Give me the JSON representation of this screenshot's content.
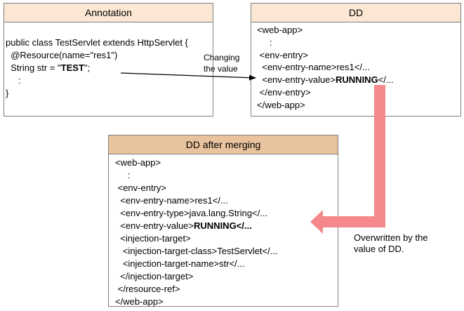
{
  "annotation_panel": {
    "title": "Annotation",
    "header_color": "#fbe7d3",
    "lines": [
      {
        "pre": "public class TestServlet extends HttpServlet {",
        "bold": "",
        "post": ""
      },
      {
        "pre": "  @Resource(name=\"res1\")",
        "bold": "",
        "post": ""
      },
      {
        "pre": "  String str = \"",
        "bold": "TEST",
        "post": "\";"
      },
      {
        "pre": "     :",
        "bold": "",
        "post": ""
      },
      {
        "pre": "}",
        "bold": "",
        "post": ""
      }
    ]
  },
  "dd_panel": {
    "title": "DD",
    "header_color": "#fbe7d3",
    "lines": [
      {
        "pre": "<web-app>",
        "bold": "",
        "post": ""
      },
      {
        "pre": "     :",
        "bold": "",
        "post": ""
      },
      {
        "pre": " <env-entry>",
        "bold": "",
        "post": ""
      },
      {
        "pre": "  <env-entry-name>res1</...",
        "bold": "",
        "post": ""
      },
      {
        "pre": "  <env-entry-value>",
        "bold": "RUNNING",
        "post": "</..."
      },
      {
        "pre": " </env-entry>",
        "bold": "",
        "post": ""
      },
      {
        "pre": "</web-app>",
        "bold": "",
        "post": ""
      }
    ]
  },
  "merged_panel": {
    "title": "DD after merging",
    "header_color": "#e8c39e",
    "lines": [
      {
        "pre": "<web-app>",
        "bold": "",
        "post": ""
      },
      {
        "pre": "     :",
        "bold": "",
        "post": ""
      },
      {
        "pre": " <env-entry>",
        "bold": "",
        "post": ""
      },
      {
        "pre": "  <env-entry-name>res1</...",
        "bold": "",
        "post": ""
      },
      {
        "pre": "  <env-entry-type>java.lang.String</...",
        "bold": "",
        "post": ""
      },
      {
        "pre": "  <env-entry-value>",
        "bold": "RUNNING</...",
        "post": ""
      },
      {
        "pre": "  <injection-target>",
        "bold": "",
        "post": ""
      },
      {
        "pre": "   <injection-target-class>TestServlet</...",
        "bold": "",
        "post": ""
      },
      {
        "pre": "   <injection-target-name>str</...",
        "bold": "",
        "post": ""
      },
      {
        "pre": "  </injection-target>",
        "bold": "",
        "post": ""
      },
      {
        "pre": " </resource-ref>",
        "bold": "",
        "post": ""
      },
      {
        "pre": "</web-app>",
        "bold": "",
        "post": ""
      }
    ]
  },
  "changing_label": "Changing\nthe value",
  "overwritten_label": "Overwritten by the\nvalue of DD.",
  "colors": {
    "border": "#7f7f7f",
    "overwrite_arrow": "#f4888a",
    "change_arrow": "#000000"
  }
}
